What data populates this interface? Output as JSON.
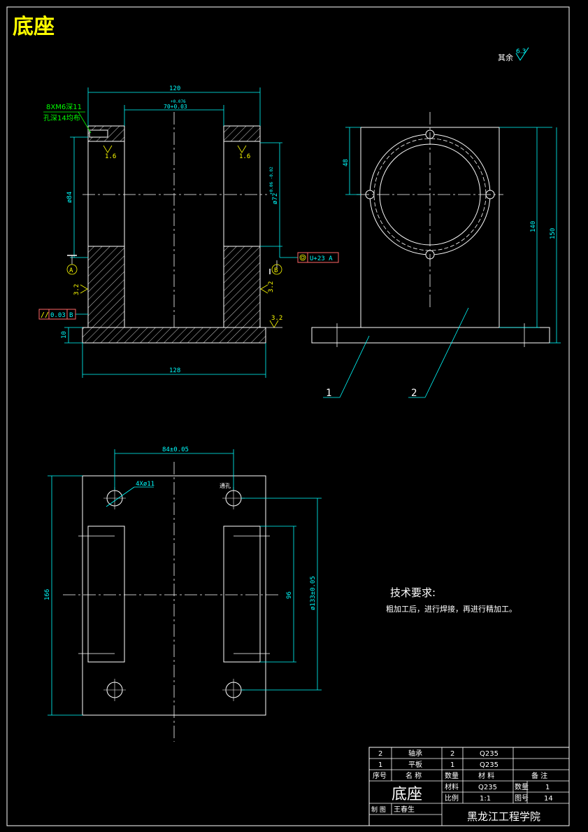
{
  "title": "底座",
  "surface_finish_note": {
    "label": "其余",
    "value": "6.3"
  },
  "front_view": {
    "dim_width_top": "120",
    "dim_bore": "70+0.03",
    "dim_bore_tol": "+0.076",
    "tapped_hole_line1": "8XM6深11",
    "tapped_hole_line2": "孔深14均布",
    "roughness_left_top": "1.6",
    "roughness_right_top": "1.6",
    "dim_outer_dia": "ø84",
    "dim_inner_dia": "ø72",
    "dim_inner_tol": "+0.06 -0.02",
    "concentricity_value": "U+23 A",
    "datum_a": "A",
    "datum_b": "B",
    "roughness_left_mid": "3.2",
    "roughness_right_mid": "3.2",
    "roughness_base": "3.2",
    "parallelism_value": "0.03",
    "parallelism_datum": "B",
    "dim_base_thickness": "10",
    "dim_base_width": "128"
  },
  "side_view": {
    "dim_48": "48",
    "dim_140": "140",
    "dim_150": "150",
    "balloon_1": "1",
    "balloon_2": "2"
  },
  "top_view": {
    "dim_spacing": "84±0.05",
    "hole_label": "4Xø11",
    "hole_note": "通孔",
    "dim_166": "166",
    "dim_96": "96",
    "dim_133": "ø133±0.05"
  },
  "tech_req": {
    "heading": "技术要求:",
    "text": "粗加工后，进行焊接，再进行精加工。"
  },
  "title_block": {
    "rows": [
      {
        "no": "2",
        "name": "轴承",
        "qty": "2",
        "material": "Q235",
        "note": ""
      },
      {
        "no": "1",
        "name": "平板",
        "qty": "1",
        "material": "Q235",
        "note": ""
      }
    ],
    "header": {
      "no": "序号",
      "name": "名 称",
      "qty": "数量",
      "material": "材 料",
      "note": "备 注"
    },
    "part_name": "底座",
    "material_label": "材料",
    "material_value": "Q235",
    "quantity_label": "数量",
    "quantity_value": "1",
    "scale_label": "比例",
    "scale_value": "1:1",
    "drawing_no_label": "图号",
    "drawing_no_value": "14",
    "drawn_label": "制 图",
    "drawn_value": "王春生",
    "school": "黑龙江工程学院"
  },
  "colors": {
    "background": "#000000",
    "outline": "#ffffff",
    "dimension": "#00ffff",
    "annotation": "#ffff00",
    "balloon": "#00ff00",
    "tolerance_frame": "#ff6666"
  }
}
